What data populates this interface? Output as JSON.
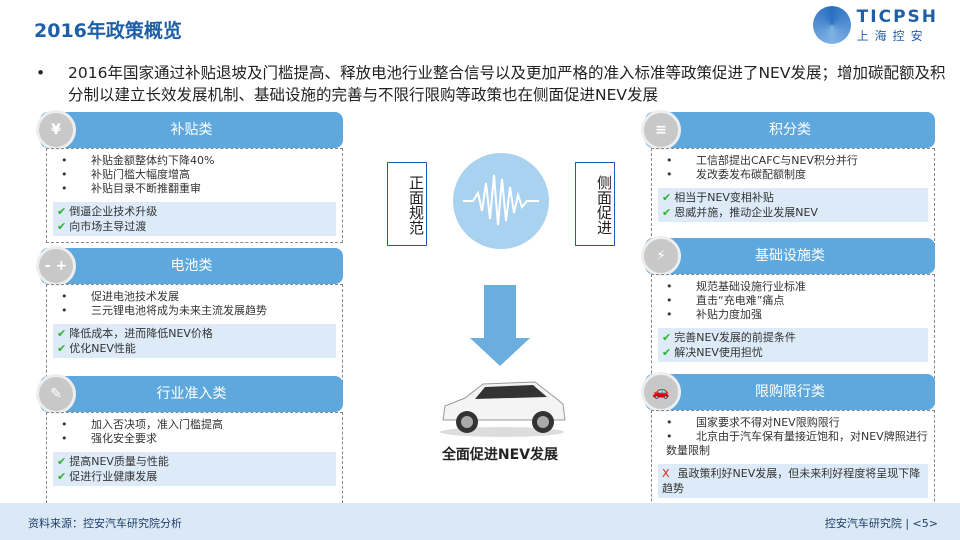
{
  "header": {
    "title": "2016年政策概览",
    "logo_text": "TICPSH",
    "logo_sub": "上海控安"
  },
  "intro": "2016年国家通过补贴退坡及门槛提高、释放电池行业整合信号以及更加严格的准入标准等政策促进了NEV发展；增加碳配额及积分制以建立长效发展机制、基础设施的完善与不限行限购等政策也在侧面促进NEV发展",
  "left": [
    {
      "title": "补贴类",
      "icon": "¥",
      "bullets": [
        "补贴金额整体约下降40%",
        "补贴门槛大幅度增高",
        "补贴目录不断推翻重审"
      ],
      "effects": [
        "倒逼企业技术升级",
        "向市场主导过渡"
      ]
    },
    {
      "title": "电池类",
      "icon": "- +",
      "bullets": [
        "促进电池技术发展",
        "三元锂电池将成为未来主流发展趋势"
      ],
      "effects": [
        "降低成本，进而降低NEV价格",
        "优化NEV性能"
      ]
    },
    {
      "title": "行业准入类",
      "icon": "✎",
      "bullets": [
        "加入否决项，准入门槛提高",
        "强化安全要求"
      ],
      "effects": [
        "提高NEV质量与性能",
        "促进行业健康发展"
      ]
    }
  ],
  "right": [
    {
      "title": "积分类",
      "icon": "≡",
      "bullets": [
        "工信部提出CAFC与NEV积分并行",
        "发改委发布碳配额制度"
      ],
      "effects": [
        "相当于NEV变相补贴",
        "恩威并施，推动企业发展NEV"
      ]
    },
    {
      "title": "基础设施类",
      "icon": "⚡",
      "bullets": [
        "规范基础设施行业标准",
        "直击“充电难”痛点",
        "补贴力度加强"
      ],
      "effects": [
        "完善NEV发展的前提条件",
        "解决NEV使用担忧"
      ]
    },
    {
      "title": "限购限行类",
      "icon": "🚗",
      "bullets": [
        "国家要求不得对NEV限购限行",
        "北京由于汽车保有量接近饱和，对NEV牌照进行数量限制"
      ],
      "negative": "虽政策利好NEV发展，但未来利好程度将呈现下降趋势"
    }
  ],
  "center": {
    "left_label": "正面规范",
    "right_label": "侧面促进",
    "result": "全面促进NEV发展"
  },
  "footer": {
    "source": "资料来源：控安汽车研究院分析",
    "page": "控安汽车研究院 | <5>"
  }
}
